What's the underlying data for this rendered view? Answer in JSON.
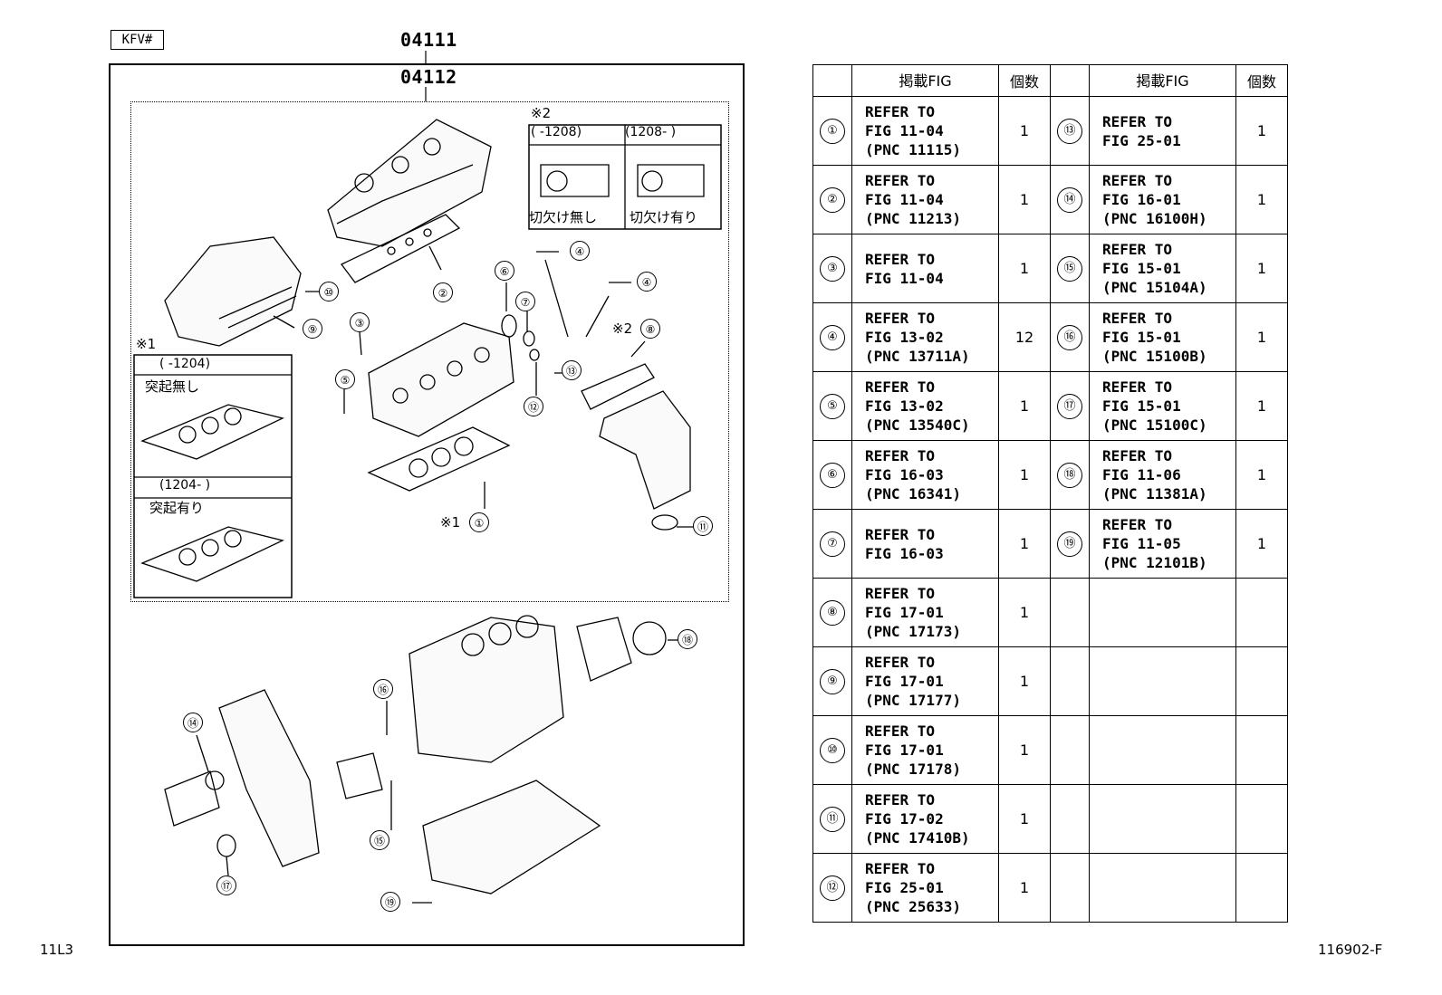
{
  "model_code": "KFV#",
  "part_numbers": [
    "04111",
    "04112"
  ],
  "footer_left": "11L3",
  "footer_right": "116902-F",
  "notes": {
    "note1_mark": "※1",
    "note1_before": "(      -1204)",
    "note1_before_text": "突起無し",
    "note1_after": "(1204-      )",
    "note1_after_text": "突起有り",
    "note2_mark": "※2",
    "note2_before": "(      -1208)",
    "note2_before_text": "切欠け無し",
    "note2_after": "(1208-      )",
    "note2_after_text": "切欠け有り"
  },
  "diagram_callouts": [
    {
      "no": "①",
      "prefix": "※1"
    },
    {
      "no": "②"
    },
    {
      "no": "③"
    },
    {
      "no": "④"
    },
    {
      "no": "④"
    },
    {
      "no": "⑤"
    },
    {
      "no": "⑥"
    },
    {
      "no": "⑦"
    },
    {
      "no": "⑧",
      "prefix": "※2"
    },
    {
      "no": "⑨"
    },
    {
      "no": "⑩"
    },
    {
      "no": "⑪"
    },
    {
      "no": "⑫"
    },
    {
      "no": "⑬"
    },
    {
      "no": "⑭"
    },
    {
      "no": "⑮"
    },
    {
      "no": "⑯"
    },
    {
      "no": "⑰"
    },
    {
      "no": "⑱"
    },
    {
      "no": "⑲"
    }
  ],
  "table": {
    "headers": [
      "",
      "掲載FIG",
      "個数",
      "",
      "掲載FIG",
      "個数"
    ],
    "rows": [
      {
        "no1": "①",
        "ref1": [
          "REFER TO",
          "FIG 11-04",
          "(PNC 11115)"
        ],
        "qty1": "1",
        "no2": "⑬",
        "ref2": [
          "REFER TO",
          "FIG 25-01"
        ],
        "qty2": "1"
      },
      {
        "no1": "②",
        "ref1": [
          "REFER TO",
          "FIG 11-04",
          "(PNC 11213)"
        ],
        "qty1": "1",
        "no2": "⑭",
        "ref2": [
          "REFER TO",
          "FIG 16-01",
          "(PNC 16100H)"
        ],
        "qty2": "1"
      },
      {
        "no1": "③",
        "ref1": [
          "REFER TO",
          "FIG 11-04"
        ],
        "qty1": "1",
        "no2": "⑮",
        "ref2": [
          "REFER TO",
          "FIG 15-01",
          "(PNC 15104A)"
        ],
        "qty2": "1"
      },
      {
        "no1": "④",
        "ref1": [
          "REFER TO",
          "FIG 13-02",
          "(PNC 13711A)"
        ],
        "qty1": "12",
        "no2": "⑯",
        "ref2": [
          "REFER TO",
          "FIG 15-01",
          "(PNC 15100B)"
        ],
        "qty2": "1"
      },
      {
        "no1": "⑤",
        "ref1": [
          "REFER TO",
          "FIG 13-02",
          "(PNC 13540C)"
        ],
        "qty1": "1",
        "no2": "⑰",
        "ref2": [
          "REFER TO",
          "FIG 15-01",
          "(PNC 15100C)"
        ],
        "qty2": "1"
      },
      {
        "no1": "⑥",
        "ref1": [
          "REFER TO",
          "FIG 16-03",
          "(PNC 16341)"
        ],
        "qty1": "1",
        "no2": "⑱",
        "ref2": [
          "REFER TO",
          "FIG 11-06",
          "(PNC 11381A)"
        ],
        "qty2": "1"
      },
      {
        "no1": "⑦",
        "ref1": [
          "REFER TO",
          "FIG 16-03"
        ],
        "qty1": "1",
        "no2": "⑲",
        "ref2": [
          "REFER TO",
          "FIG 11-05",
          "(PNC 12101B)"
        ],
        "qty2": "1"
      },
      {
        "no1": "⑧",
        "ref1": [
          "REFER TO",
          "FIG 17-01",
          "(PNC 17173)"
        ],
        "qty1": "1",
        "no2": "",
        "ref2": [],
        "qty2": ""
      },
      {
        "no1": "⑨",
        "ref1": [
          "REFER TO",
          "FIG 17-01",
          "(PNC 17177)"
        ],
        "qty1": "1",
        "no2": "",
        "ref2": [],
        "qty2": ""
      },
      {
        "no1": "⑩",
        "ref1": [
          "REFER TO",
          "FIG 17-01",
          "(PNC 17178)"
        ],
        "qty1": "1",
        "no2": "",
        "ref2": [],
        "qty2": ""
      },
      {
        "no1": "⑪",
        "ref1": [
          "REFER TO",
          "FIG 17-02",
          "(PNC 17410B)"
        ],
        "qty1": "1",
        "no2": "",
        "ref2": [],
        "qty2": ""
      },
      {
        "no1": "⑫",
        "ref1": [
          "REFER TO",
          "FIG 25-01",
          "(PNC 25633)"
        ],
        "qty1": "1",
        "no2": "",
        "ref2": [],
        "qty2": ""
      }
    ]
  }
}
